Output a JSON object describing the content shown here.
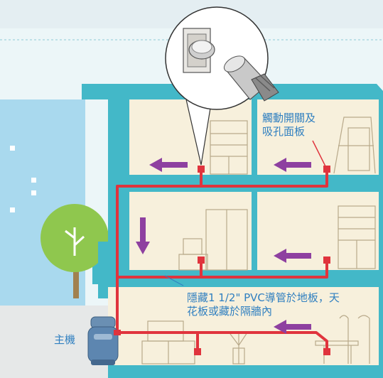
{
  "labels": {
    "switch_panel": [
      "觸動開關及",
      "吸孔面板"
    ],
    "pipe_note": [
      "隱藏1 1/2\" PVC導管於地板，天",
      "花板或藏於隔牆內"
    ],
    "main_unit": "主機"
  },
  "colors": {
    "sky": "#ecf6f8",
    "house_frame": "#43b8c8",
    "room_wall": "#f7f0dc",
    "furniture_line": "#b8a98a",
    "pipe": "#e0343d",
    "airflow_arrow": "#8e40a0",
    "label_text": "#2f7fc0",
    "tree": "#8fc74e",
    "building": "#a9d9ee"
  },
  "icons": [
    "wall-socket-icon",
    "hose-nozzle-icon",
    "airflow-arrow-icon",
    "vacuum-unit-icon",
    "tree-icon"
  ]
}
